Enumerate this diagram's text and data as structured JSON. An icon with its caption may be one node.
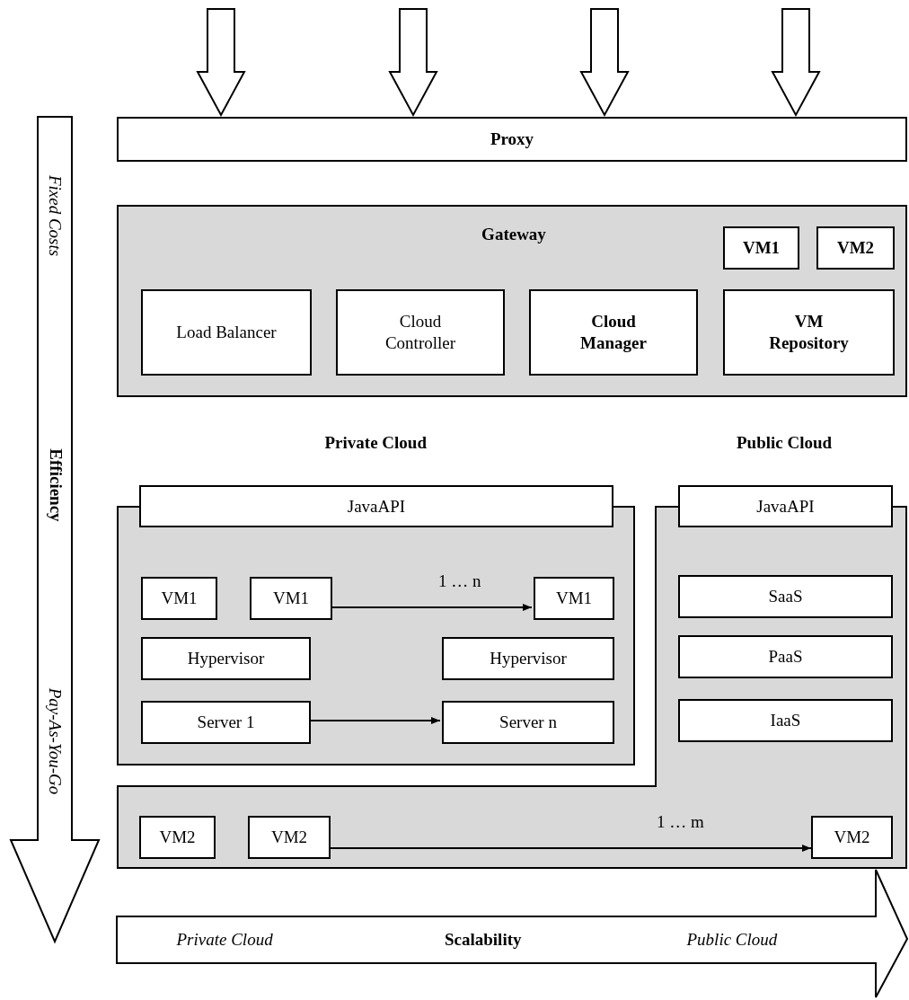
{
  "diagram": {
    "nodes": [
      {
        "text": [
          "Proxy"
        ]
      },
      {
        "text": [
          "Gateway"
        ]
      },
      {
        "text": [
          "VM1"
        ],
        "in": 1
      },
      {
        "text": [
          "VM2"
        ],
        "in": 1
      },
      {
        "text": [
          "Load Balancer"
        ],
        "in": 1
      },
      {
        "text": [
          "Cloud Controller"
        ],
        "in": 1
      },
      {
        "text": [
          "Cloud Manager"
        ],
        "in": 1
      },
      {
        "text": [
          "VM Repository"
        ],
        "in": 1
      },
      {
        "text": [],
        "shape": "box"
      },
      {
        "text": [
          "JavaAPI"
        ]
      },
      {
        "text": [
          "VM1"
        ],
        "in": 8
      },
      {
        "text": [
          "VM1"
        ],
        "in": 8
      },
      {
        "text": [
          "VM1"
        ],
        "in": 8
      },
      {
        "text": [
          "Hypervisor"
        ],
        "in": 8
      },
      {
        "text": [
          "Hypervisor"
        ],
        "in": 8
      },
      {
        "text": [
          "Server 1"
        ],
        "in": 8
      },
      {
        "text": [
          "Server n"
        ],
        "in": 8
      },
      {
        "text": [],
        "shape": "box"
      },
      {
        "text": [
          "JavaAPI"
        ]
      },
      {
        "text": [
          "SaaS"
        ],
        "in": 17
      },
      {
        "text": [
          "PaaS"
        ],
        "in": 17
      },
      {
        "text": [
          "IaaS"
        ],
        "in": 17
      },
      {
        "text": [
          "VM2"
        ],
        "in": 17
      },
      {
        "text": [
          "VM2"
        ],
        "in": 17
      },
      {
        "text": [
          "VM2"
        ],
        "in": 17
      }
    ],
    "edges": [
      {
        "from": null,
        "to": 0,
        "arrow": "to"
      },
      {
        "from": null,
        "to": 0,
        "arrow": "to"
      },
      {
        "from": null,
        "to": 0,
        "arrow": "to"
      },
      {
        "from": null,
        "to": 0,
        "arrow": "to"
      },
      {
        "from": 11,
        "to": 12,
        "arrow": "to",
        "label": "1 … n"
      },
      {
        "from": 15,
        "to": 16,
        "arrow": "to"
      },
      {
        "from": 23,
        "to": 24,
        "arrow": "to",
        "label": "1 … m"
      }
    ],
    "labels": [
      "Fixed Costs",
      "Private Cloud",
      "Public Cloud",
      "Efficiency",
      "Pay-As-You-Go",
      "Private Cloud",
      "Scalability",
      "Public Cloud"
    ]
  }
}
